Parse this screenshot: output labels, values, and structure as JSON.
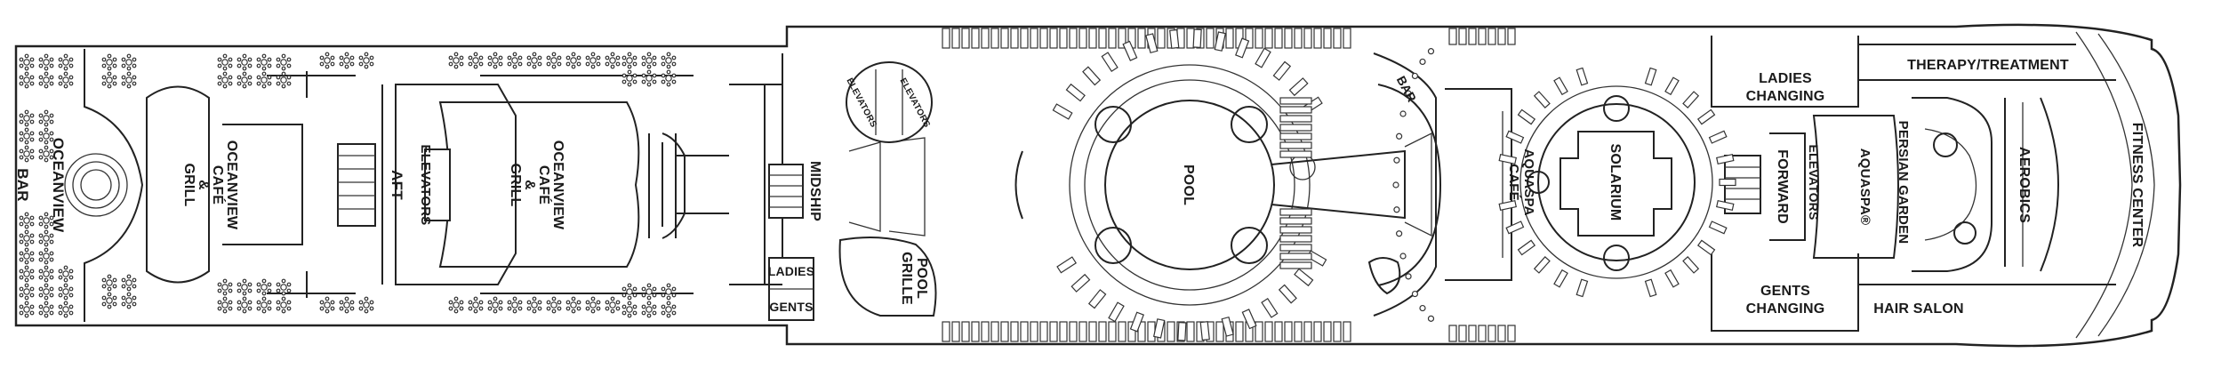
{
  "labels": {
    "oceanview_bar_1": "OCEANVIEW",
    "oceanview_bar_2": "BAR",
    "cafe_aft_1": "OCEANVIEW",
    "cafe_aft_2": "CAFÉ",
    "cafe_aft_3": "&",
    "cafe_aft_4": "GRILL",
    "aft": "AFT",
    "elevators_aft": "ELEVATORS",
    "cafe_mid_1": "OCEANVIEW",
    "cafe_mid_2": "CAFÉ",
    "cafe_mid_3": "&",
    "cafe_mid_4": "GRILL",
    "midship": "MIDSHIP",
    "ladies_small": "LADIES",
    "gents_small": "GENTS",
    "elevators_mid_1": "ELEVATORS",
    "elevators_mid_2": "ELEVATORS",
    "pool_grille_1": "POOL",
    "pool_grille_2": "GRILLE",
    "pool": "POOL",
    "bar": "BAR",
    "aquaspa_cafe_1": "AQUASPA",
    "aquaspa_cafe_2": "CAFÉ",
    "solarium": "SOLARIUM",
    "forward": "FORWARD",
    "elevators_fwd": "ELEVATORS",
    "aquaspa": "AQUASPA®",
    "persian_garden": "PERSIAN GARDEN",
    "ladies_changing_1": "LADIES",
    "ladies_changing_2": "CHANGING",
    "gents_changing_1": "GENTS",
    "gents_changing_2": "CHANGING",
    "therapy": "THERAPY/TREATMENT",
    "hair_salon": "HAIR SALON",
    "aerobics": "AEROBICS",
    "fitness": "FITNESS CENTER"
  },
  "colors": {
    "line": "#222222",
    "background": "#ffffff"
  }
}
